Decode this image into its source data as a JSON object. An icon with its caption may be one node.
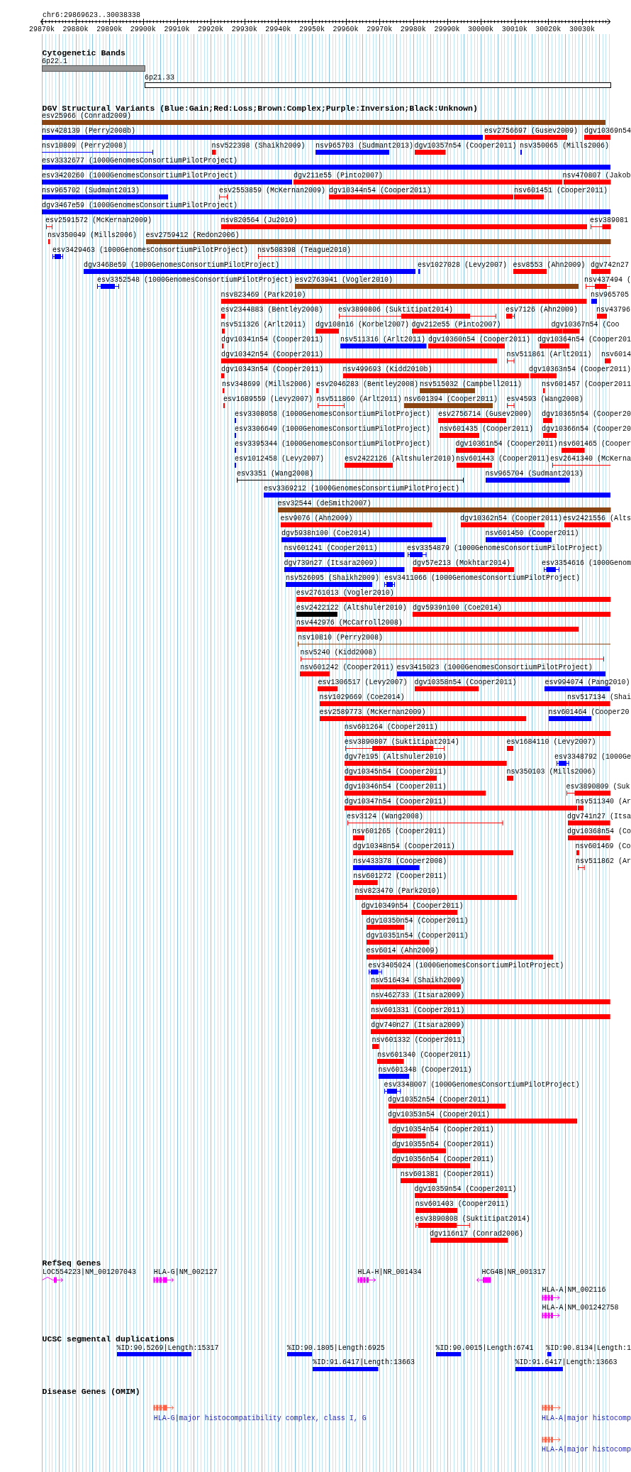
{
  "diagram": {
    "nodes": [
      {
        "text": [
          "6p22.1"
        ]
      },
      {
        "text": [
          "6p21.33"
        ]
      },
      {
        "text": [
          "esv25966 (Conrad2009)"
        ]
      },
      {
        "text": [
          "nsv428139 (Perry2008b)"
        ]
      },
      {
        "text": [
          "esv2756697 (Gusev2009)"
        ]
      },
      {
        "text": [
          "dgv10369n54"
        ]
      },
      {
        "text": [
          "nsv10809 (Perry2008)"
        ]
      },
      {
        "text": [
          "nsv522398 (Shaikh2009)"
        ]
      },
      {
        "text": [
          "nsv965703 (Sudmant2013)"
        ]
      },
      {
        "text": [
          "dgv10357n54 (Cooper2011)"
        ]
      },
      {
        "text": [
          "nsv350065 (Mills2006)"
        ]
      },
      {
        "text": [
          "esv3332677 (1000GenomesConsortiumPilotProject)"
        ]
      },
      {
        "text": [
          "esv3420260 (1000GenomesConsortiumPilotProject)"
        ]
      },
      {
        "text": [
          "dgv211e55 (Pinto2007)"
        ]
      },
      {
        "text": [
          "nsv470807 (Jakob"
        ]
      },
      {
        "text": [
          "nsv965702 (Sudmant2013)"
        ]
      },
      {
        "text": [
          "esv2553859 (McKernan2009)"
        ]
      },
      {
        "text": [
          "dgv10344n54 (Cooper2011)"
        ]
      },
      {
        "text": [
          "nsv601451 (Cooper2011)"
        ]
      },
      {
        "text": [
          "dgv3467e59 (1000GenomesConsortiumPilotProject)"
        ]
      },
      {
        "text": [
          "esv2591572 (McKernan2009)"
        ]
      },
      {
        "text": [
          "nsv820564 (Ju2010)"
        ]
      },
      {
        "text": [
          "esv389081"
        ]
      },
      {
        "text": [
          "nsv350049 (Mills2006)"
        ]
      },
      {
        "text": [
          "esv2759412 (Redon2006)"
        ]
      },
      {
        "text": [
          "esv3429463 (1000GenomesConsortiumPilotProject)"
        ]
      },
      {
        "text": [
          "nsv508398 (Teague2010)"
        ]
      },
      {
        "text": [
          "dgv3468e59 (1000GenomesConsortiumPilotProject)"
        ]
      },
      {
        "text": [
          "esv1027028 (Levy2007)"
        ]
      },
      {
        "text": [
          "esv8553 (Ahn2009)"
        ]
      },
      {
        "text": [
          "dgv742n27"
        ]
      },
      {
        "text": [
          "esv3352548 (1000GenomesConsortiumPilotProject)"
        ]
      },
      {
        "text": [
          "esv2763941 (Vogler2010)"
        ]
      },
      {
        "text": [
          "nsv437494 ("
        ]
      },
      {
        "text": [
          "nsv823469 (Park2010)"
        ]
      },
      {
        "text": [
          "nsv965705"
        ]
      },
      {
        "text": [
          "esv2344883 (Bentley2008)"
        ]
      },
      {
        "text": [
          "esv3890806 (Suktitipat2014)"
        ]
      },
      {
        "text": [
          "esv7126 (Ahn2009)"
        ]
      },
      {
        "text": [
          "nsv43796"
        ]
      },
      {
        "text": [
          "nsv511326 (Arlt2011)"
        ]
      },
      {
        "text": [
          "dgv108n16 (Korbel2007)"
        ]
      },
      {
        "text": [
          "dgv212e55 (Pinto2007)"
        ]
      },
      {
        "text": [
          "dgv10367n54 (Coo"
        ]
      },
      {
        "text": [
          "dgv10341n54 (Cooper2011)"
        ]
      },
      {
        "text": [
          "nsv511316 (Arlt2011)"
        ]
      },
      {
        "text": [
          "dgv10360n54 (Cooper2011)"
        ]
      },
      {
        "text": [
          "dgv10364n54 (Cooper201"
        ]
      },
      {
        "text": [
          "dgv10342n54 (Cooper2011)"
        ]
      },
      {
        "text": [
          "nsv511861 (Arlt2011)"
        ]
      },
      {
        "text": [
          "nsv6014"
        ]
      },
      {
        "text": [
          "dgv10343n54 (Cooper2011)"
        ]
      },
      {
        "text": [
          "nsv499693 (Kidd2010b)"
        ]
      },
      {
        "text": [
          "dgv10363n54 (Cooper2011)"
        ]
      },
      {
        "text": [
          "nsv348699 (Mills2006)"
        ]
      },
      {
        "text": [
          "esv2046283 (Bentley2008)"
        ]
      },
      {
        "text": [
          "nsv515032 (Campbell2011)"
        ]
      },
      {
        "text": [
          "nsv601457 (Cooper2011"
        ]
      },
      {
        "text": [
          "esv1689559 (Levy2007)"
        ]
      },
      {
        "text": [
          "nsv511860 (Arlt2011)"
        ]
      },
      {
        "text": [
          "nsv601394 (Cooper2011)"
        ]
      },
      {
        "text": [
          "esv4593 (Wang2008)"
        ]
      },
      {
        "text": [
          "esv3308058 (1000GenomesConsortiumPilotProject)"
        ]
      },
      {
        "text": [
          "esv2756714 (Gusev2009)"
        ]
      },
      {
        "text": [
          "dgv10365n54 (Cooper20"
        ]
      },
      {
        "text": [
          "esv3306649 (1000GenomesConsortiumPilotProject)"
        ]
      },
      {
        "text": [
          "nsv601435 (Cooper2011)"
        ]
      },
      {
        "text": [
          "dgv10366n54 (Cooper20"
        ]
      },
      {
        "text": [
          "esv3395344 (1000GenomesConsortiumPilotProject)"
        ]
      },
      {
        "text": [
          "dgv10361n54 (Cooper2011)"
        ]
      },
      {
        "text": [
          "nsv601465 (Cooper"
        ]
      },
      {
        "text": [
          "esv1012458 (Levy2007)"
        ]
      },
      {
        "text": [
          "esv2422126 (Altshuler2010)"
        ]
      },
      {
        "text": [
          "nsv601443 (Cooper2011)"
        ]
      },
      {
        "text": [
          "esv2641340 (McKerna"
        ]
      },
      {
        "text": [
          "esv3351 (Wang2008)"
        ]
      },
      {
        "text": [
          "nsv965704 (Sudmant2013)"
        ]
      },
      {
        "text": [
          "esv3369212 (1000GenomesConsortiumPilotProject)"
        ]
      },
      {
        "text": [
          "esv32544 (deSmith2007)"
        ]
      },
      {
        "text": [
          "esv9076 (Ahn2009)"
        ]
      },
      {
        "text": [
          "dgv10362n54 (Cooper2011)"
        ]
      },
      {
        "text": [
          "esv2421556 (Alts"
        ]
      },
      {
        "text": [
          "dgv5938n100 (Coe2014)"
        ]
      },
      {
        "text": [
          "nsv601450 (Cooper2011)"
        ]
      },
      {
        "text": [
          "nsv601241 (Cooper2011)"
        ]
      },
      {
        "text": [
          "esv3354879 (1000GenomesConsortiumPilotProject)"
        ]
      },
      {
        "text": [
          "dgv739n27 (Itsara2009)"
        ]
      },
      {
        "text": [
          "dgv57e213 (Mokhtar2014)"
        ]
      },
      {
        "text": [
          "esv3354616 (1000Genom"
        ]
      },
      {
        "text": [
          "nsv526095 (Shaikh2009)"
        ]
      },
      {
        "text": [
          "esv3411066 (1000GenomesConsortiumPilotProject)"
        ]
      },
      {
        "text": [
          "esv2761013 (Vogler2010)"
        ]
      },
      {
        "text": [
          "esv2422122 (Altshuler2010)"
        ]
      },
      {
        "text": [
          "dgv5939n100 (Coe2014)"
        ]
      },
      {
        "text": [
          "nsv442976 (McCarroll2008)"
        ]
      },
      {
        "text": [
          "nsv10810 (Perry2008)"
        ]
      },
      {
        "text": [
          "nsv5240 (Kidd2008)"
        ]
      },
      {
        "text": [
          "nsv601242 (Cooper2011)"
        ]
      },
      {
        "text": [
          "esv3415023 (1000GenomesConsortiumPilotProject)"
        ]
      },
      {
        "text": [
          "esv1306517 (Levy2007)"
        ]
      },
      {
        "text": [
          "dgv10358n54 (Cooper2011)"
        ]
      },
      {
        "text": [
          "esv994074 (Pang2010)"
        ]
      },
      {
        "text": [
          "nsv1029669 (Coe2014)"
        ]
      },
      {
        "text": [
          "nsv517134 (Shai"
        ]
      },
      {
        "text": [
          "esv2589773 (McKernan2009)"
        ]
      },
      {
        "text": [
          "nsv601464 (Cooper20"
        ]
      },
      {
        "text": [
          "nsv601264 (Cooper2011)"
        ]
      },
      {
        "text": [
          "esv3890807 (Suktitipat2014)"
        ]
      },
      {
        "text": [
          "esv1684110 (Levy2007)"
        ]
      },
      {
        "text": [
          "dgv7e195 (Altshuler2010)"
        ]
      },
      {
        "text": [
          "esv3348792 (1000Ge"
        ]
      },
      {
        "text": [
          "dgv10345n54 (Cooper2011)"
        ]
      },
      {
        "text": [
          "nsv350103 (Mills2006)"
        ]
      },
      {
        "text": [
          "dgv10346n54 (Cooper2011)"
        ]
      },
      {
        "text": [
          "esv3890809 (Suk"
        ]
      },
      {
        "text": [
          "dgv10347n54 (Cooper2011)"
        ]
      },
      {
        "text": [
          "nsv511340 (Ar"
        ]
      },
      {
        "text": [
          "esv3124 (Wang2008)"
        ]
      },
      {
        "text": [
          "dgv741n27 (Itsa"
        ]
      },
      {
        "text": [
          "nsv601265 (Cooper2011)"
        ]
      },
      {
        "text": [
          "dgv10368n54 (Co"
        ]
      },
      {
        "text": [
          "dgv10348n54 (Cooper2011)"
        ]
      },
      {
        "text": [
          "nsv601469 (Co"
        ]
      },
      {
        "text": [
          "nsv433378 (Cooper2008)"
        ]
      },
      {
        "text": [
          "nsv511862 (Ar"
        ]
      },
      {
        "text": [
          "nsv601272 (Cooper2011)"
        ]
      },
      {
        "text": [
          "nsv823470 (Park2010)"
        ]
      },
      {
        "text": [
          "dgv10349n54 (Cooper2011)"
        ]
      },
      {
        "text": [
          "dgv10350n54 (Cooper2011)"
        ]
      },
      {
        "text": [
          "dgv10351n54 (Cooper2011)"
        ]
      },
      {
        "text": [
          "esv6014 (Ahn2009)"
        ]
      },
      {
        "text": [
          "esv3405024 (1000GenomesConsortiumPilotProject)"
        ]
      },
      {
        "text": [
          "nsv516434 (Shaikh2009)"
        ]
      },
      {
        "text": [
          "nsv462733 (Itsara2009)"
        ]
      },
      {
        "text": [
          "nsv601331 (Cooper2011)"
        ]
      },
      {
        "text": [
          "dgv740n27 (Itsara2009)"
        ]
      },
      {
        "text": [
          "nsv601332 (Cooper2011)"
        ]
      },
      {
        "text": [
          "nsv601340 (Cooper2011)"
        ]
      },
      {
        "text": [
          "nsv601348 (Cooper2011)"
        ]
      },
      {
        "text": [
          "esv3348007 (1000GenomesConsortiumPilotProject)"
        ]
      },
      {
        "text": [
          "dgv10352n54 (Cooper2011)"
        ]
      },
      {
        "text": [
          "dgv10353n54 (Cooper2011)"
        ]
      },
      {
        "text": [
          "dgv10354n54 (Cooper2011)"
        ]
      },
      {
        "text": [
          "dgv10355n54 (Cooper2011)"
        ]
      },
      {
        "text": [
          "dgv10356n54 (Cooper2011)"
        ]
      },
      {
        "text": [
          "nsv601381 (Cooper2011)"
        ]
      },
      {
        "text": [
          "dgv10359n54 (Cooper2011)"
        ]
      },
      {
        "text": [
          "nsv601403 (Cooper2011)"
        ]
      },
      {
        "text": [
          "esv3890808 (Suktitipat2014)"
        ]
      },
      {
        "text": [
          "dgv116n17 (Conrad2006)"
        ]
      },
      {
        "text": [
          "LOC554223|NM_001207043"
        ]
      },
      {
        "text": [
          "HLA-G|NM_002127"
        ]
      },
      {
        "text": [
          "HLA-H|NR_001434"
        ]
      },
      {
        "text": [
          "HCG4B|NR_001317"
        ]
      },
      {
        "text": [
          "HLA-A|NM_002116"
        ]
      },
      {
        "text": [
          "HLA-A|NM_001242758"
        ]
      },
      {
        "text": [
          "%ID:90.5269|Length:15317"
        ]
      },
      {
        "text": [
          "%ID:90.1805|Length:6925"
        ]
      },
      {
        "text": [
          "%ID:90.0015|Length:6741"
        ]
      },
      {
        "text": [
          "%ID:90.8134|Length:1"
        ]
      },
      {
        "text": [
          "%ID:91.6417|Length:13663"
        ]
      },
      {
        "text": [
          "%ID:91.6417|Length:13663"
        ]
      },
      {
        "text": [
          "HLA-G|major histocompatibility complex, class I, G"
        ]
      },
      {
        "text": [
          "HLA-A|major histocomp"
        ]
      },
      {
        "text": [
          "HLA-A|major histocomp"
        ]
      }
    ],
    "labels": [
      "chr6:29869623..30038338",
      "29870k",
      "29880k",
      "29890k",
      "29900k",
      "29910k",
      "29920k",
      "29930k",
      "29940k",
      "29950k",
      "29960k",
      "29970k",
      "29980k",
      "29990k",
      "30000k",
      "30010k",
      "30020k",
      "30030k",
      "Cytogenetic Bands",
      "DGV Structural Variants (Blue:Gain;Red:Loss;Brown:Complex;Purple:Inversion;Black:Unknown)",
      "RefSeq Genes",
      "UCSC segmental duplications",
      "Disease Genes (OMIM)"
    ]
  }
}
